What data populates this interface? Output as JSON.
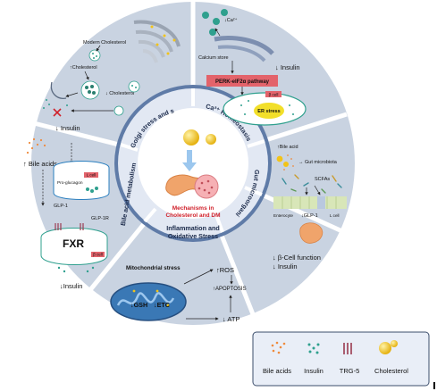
{
  "center": {
    "title_line1": "Mechanisms  in",
    "title_line2": "Cholesterol and DM"
  },
  "ring": {
    "golgi": "Golgi stress and secretory granule",
    "calcium": "Ca²⁺ Homeostasis",
    "gut": "Gut microorganisms",
    "inflammation_line1": "Inflammation and",
    "inflammation_line2": "Oxidative Stress",
    "bile": "Bile acid metabolism"
  },
  "golgi_panel": {
    "modern_cholesterol": "Modern Cholesterol",
    "up_cholesterol": "↑Cholesterol",
    "down_cholesterol": "↓ Cholesterol",
    "insulin": "↓ Insulin"
  },
  "calcium_panel": {
    "ca": "↓Ca²⁺",
    "calcium_store": "Calcium store",
    "insulin": "↓ Insulin",
    "perk": "PERK-eIF2α pathway",
    "beta_cell": "β cell",
    "er_stress": "ER stress"
  },
  "gut_panel": {
    "bile_acid": "↑Bile acid",
    "gut_microbiota": "→ Gut microbiota",
    "scfas": "SCFAs",
    "enterocyte": "Enterocyte",
    "glp1": "↓GLP-1",
    "lcell": "L cell",
    "beta_function": "↓ β-Cell function",
    "insulin": "↓ Insulin"
  },
  "mito_panel": {
    "title": "Mitochondrial stress",
    "gsh": "↓GSH",
    "etc": "↓ETC",
    "ros": "↑ROS",
    "apoptosis": "↑APOPTOSIS",
    "atp": "↓ ATP"
  },
  "bile_panel": {
    "bile_acids": "↑ Bile acids",
    "proglucagon": "Pro-glucagon",
    "lcell": "L cell",
    "glp1": "GLP-1",
    "glp1r": "GLP-1R",
    "fxr": "FXR",
    "beta_cell": "β cell",
    "insulin": "↓Insulin"
  },
  "legend": {
    "bile_acids": "Bile acids",
    "insulin": "Insulin",
    "trg5": "TRG-5",
    "cholesterol": "Cholesterol"
  },
  "colors": {
    "outer_ring": "#c9d3e1",
    "middle_ring": "#5f7ba7",
    "inner_ring": "#dde5f3",
    "center": "#ffffff",
    "cholesterol": "#f2c318",
    "bile_acids": "#ef8a3c",
    "insulin": "#2fa08e",
    "perk_box": "#e3636b",
    "legend_bg": "#e9eef7"
  }
}
